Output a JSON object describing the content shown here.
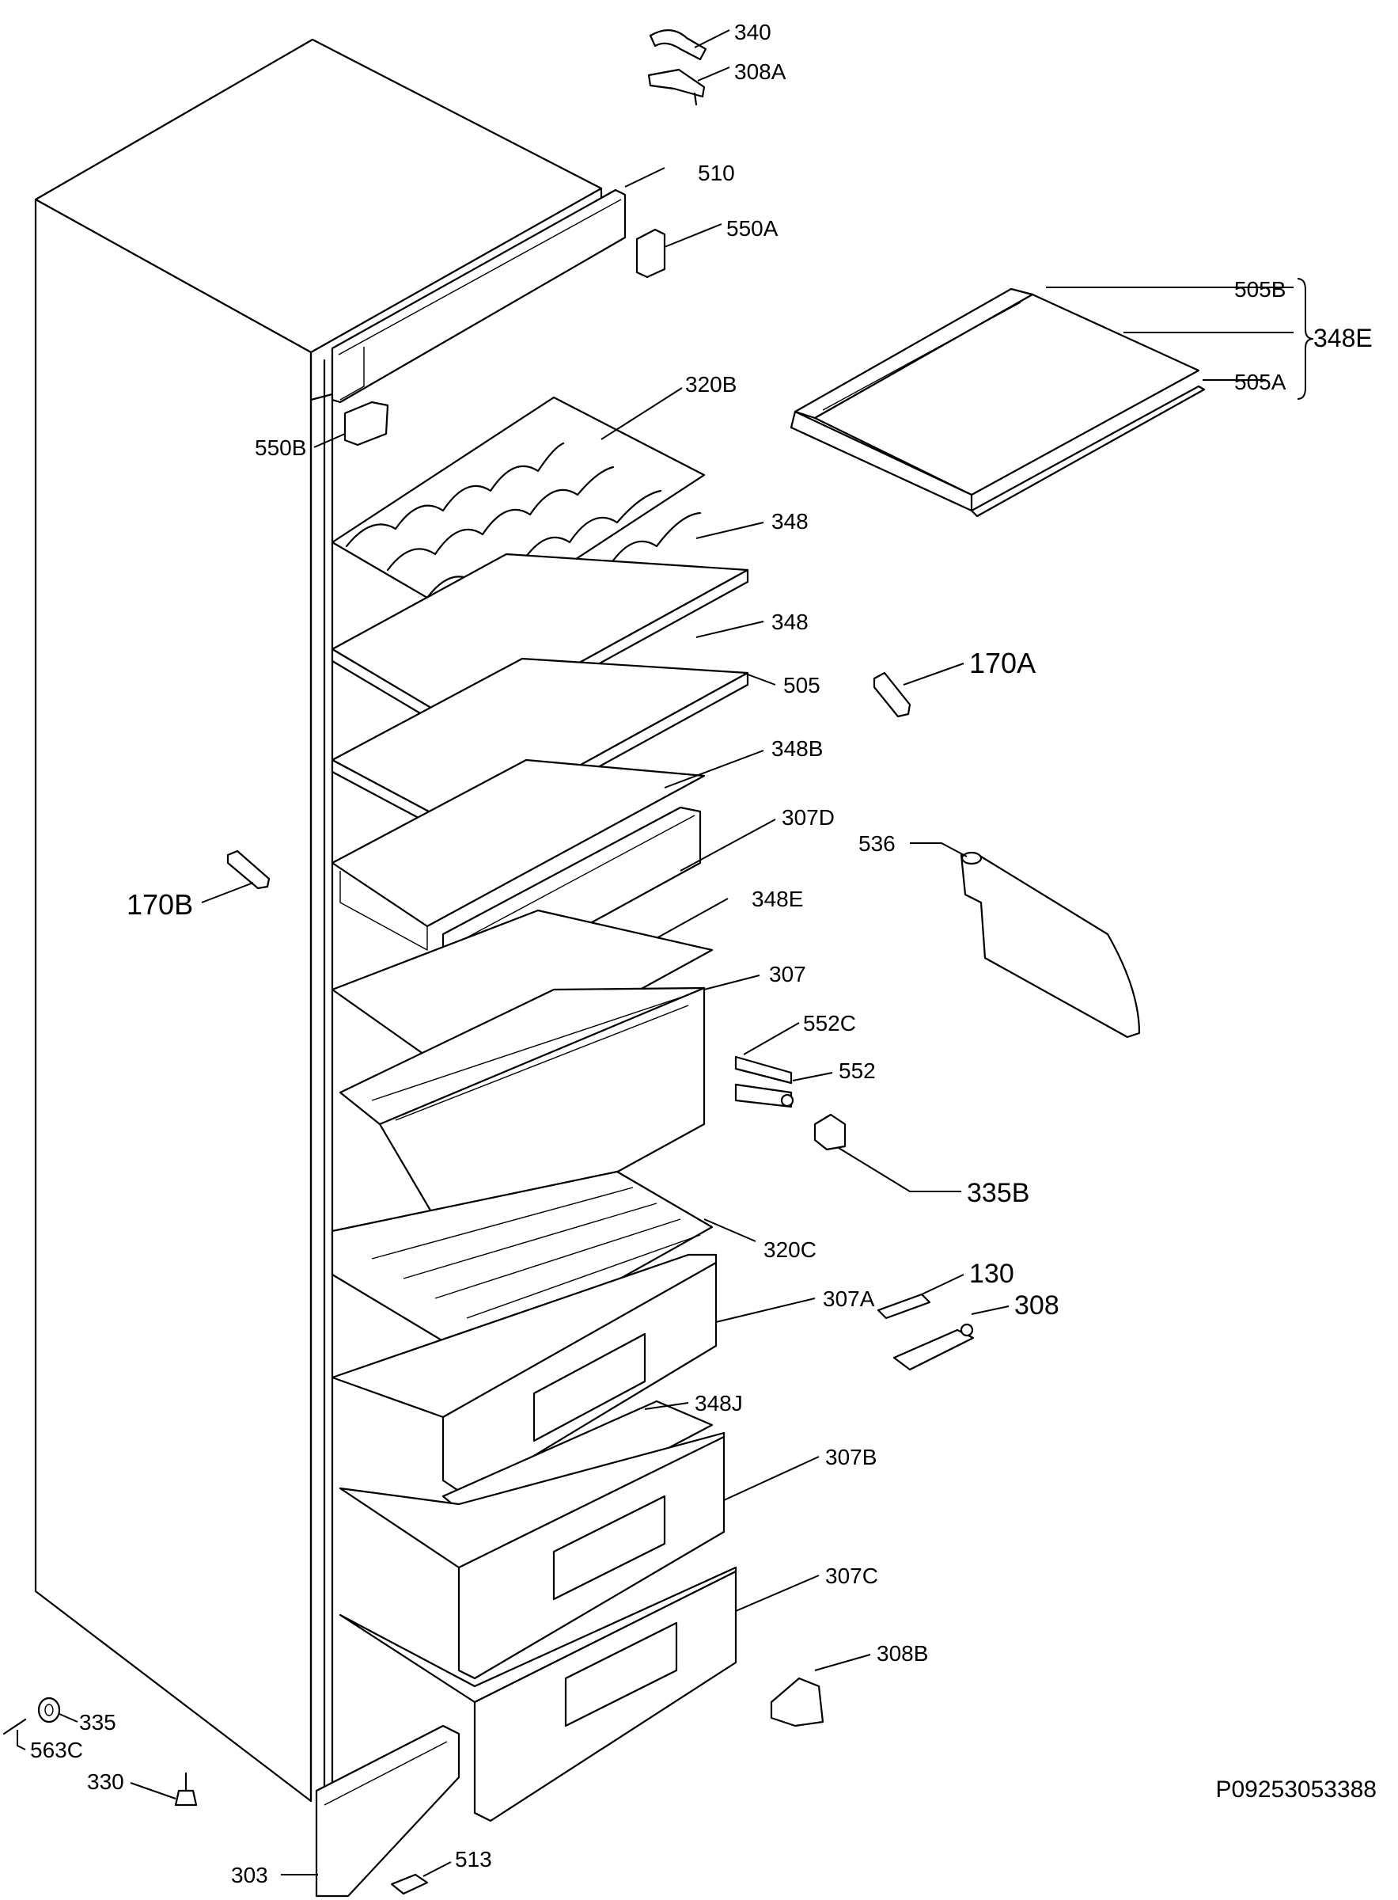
{
  "document_id": "P09253053388",
  "callouts": [
    {
      "id": "340",
      "text": "340"
    },
    {
      "id": "308A",
      "text": "308A"
    },
    {
      "id": "510",
      "text": "510"
    },
    {
      "id": "550A",
      "text": "550A"
    },
    {
      "id": "505B",
      "text": "505B"
    },
    {
      "id": "348E_top",
      "text": "348E"
    },
    {
      "id": "505A",
      "text": "505A"
    },
    {
      "id": "320B",
      "text": "320B"
    },
    {
      "id": "550B",
      "text": "550B"
    },
    {
      "id": "348_a",
      "text": "348"
    },
    {
      "id": "348_b",
      "text": "348"
    },
    {
      "id": "505",
      "text": "505"
    },
    {
      "id": "170A",
      "text": "170A"
    },
    {
      "id": "348B",
      "text": "348B"
    },
    {
      "id": "307D",
      "text": "307D"
    },
    {
      "id": "536",
      "text": "536"
    },
    {
      "id": "170B",
      "text": "170B"
    },
    {
      "id": "348E",
      "text": "348E"
    },
    {
      "id": "307",
      "text": "307"
    },
    {
      "id": "552C",
      "text": "552C"
    },
    {
      "id": "552",
      "text": "552"
    },
    {
      "id": "335B",
      "text": "335B"
    },
    {
      "id": "320C",
      "text": "320C"
    },
    {
      "id": "130",
      "text": "130"
    },
    {
      "id": "307A",
      "text": "307A"
    },
    {
      "id": "308",
      "text": "308"
    },
    {
      "id": "348J",
      "text": "348J"
    },
    {
      "id": "307B",
      "text": "307B"
    },
    {
      "id": "307C",
      "text": "307C"
    },
    {
      "id": "308B",
      "text": "308B"
    },
    {
      "id": "335",
      "text": "335"
    },
    {
      "id": "563C",
      "text": "563C"
    },
    {
      "id": "330",
      "text": "330"
    },
    {
      "id": "303",
      "text": "303"
    },
    {
      "id": "513",
      "text": "513"
    }
  ]
}
